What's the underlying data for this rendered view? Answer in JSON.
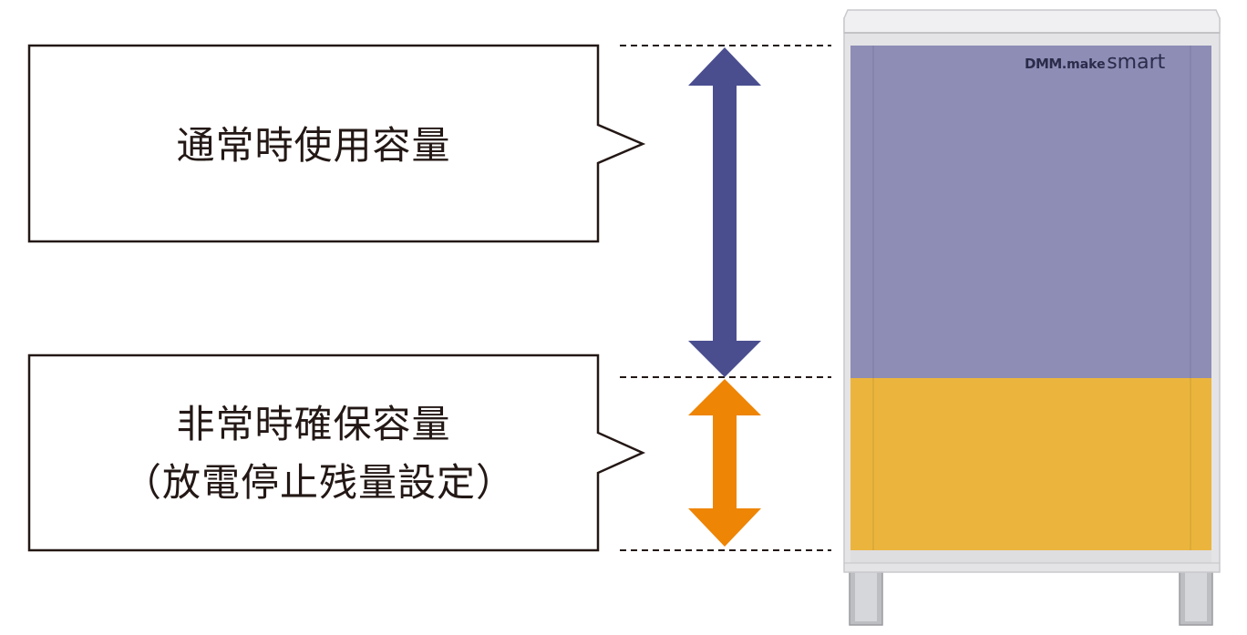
{
  "callouts": {
    "normal": {
      "label": "通常時使用容量"
    },
    "emergency": {
      "label_line1": "非常時確保容量",
      "label_line2": "（放電停止残量設定）"
    }
  },
  "device": {
    "logo_dmm": "DMM",
    "logo_make": ".make",
    "logo_smart": "smart"
  },
  "colors": {
    "normal_arrow": "#4A4E8F",
    "emergency_arrow": "#EE8505",
    "cabinet_upper": "#8E8DB6",
    "cabinet_lower": "#EBB53D",
    "cabinet_frame": "#E4E4E6",
    "outline": "#231815"
  }
}
